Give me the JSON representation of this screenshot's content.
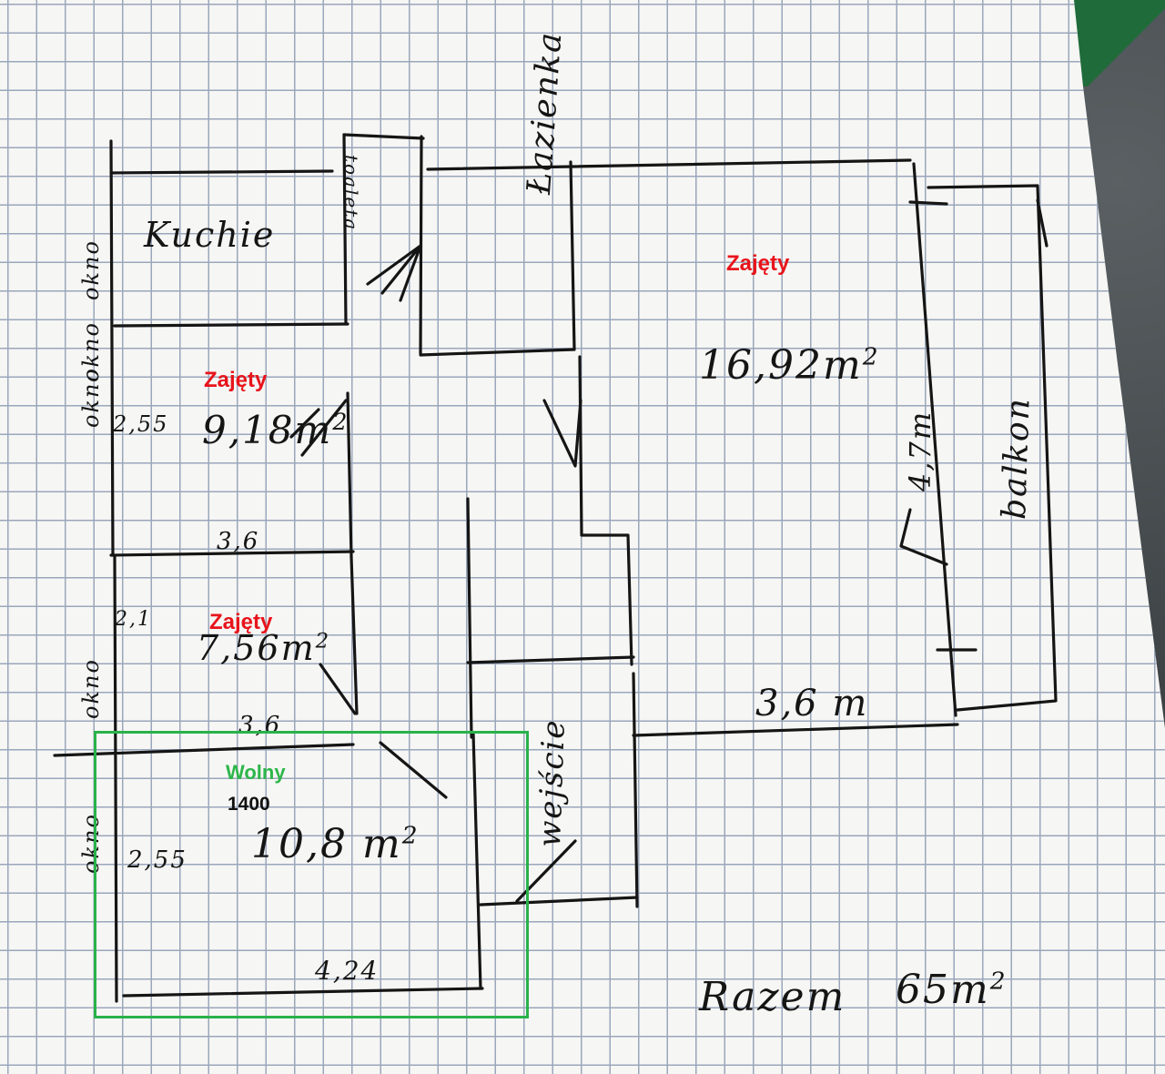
{
  "rooms": {
    "kitchen": {
      "name": "Kuchie",
      "status": "Zajęty",
      "area": "9,18m",
      "area_sup": "2",
      "height_label": "2,55",
      "width_label": "3,6"
    },
    "bathroom": {
      "name": "Łazienka"
    },
    "toilet": {
      "name": "toaleta"
    },
    "room_large": {
      "status": "Zajęty",
      "area": "16,92m",
      "area_sup": "2",
      "length_label": "4,7m",
      "width_label": "3,6 m"
    },
    "room_small": {
      "status": "Zajęty",
      "area": "7,56m",
      "area_sup": "2",
      "height_label": "2,1",
      "width_label": "3,6"
    },
    "room_free": {
      "status": "Wolny",
      "price": "1400",
      "area": "10,8 m",
      "area_sup": "2",
      "height_label": "2,55",
      "width_label": "4,24"
    }
  },
  "windows": [
    "okno",
    "okno",
    "okno",
    "okno",
    "okno"
  ],
  "entrance": "wejście",
  "balcony": "balkon",
  "total": {
    "label": "Razem",
    "value": "65m",
    "sup": "2"
  },
  "colors": {
    "occupied": "#e8141b",
    "free": "#2db64a",
    "ink": "#151515",
    "paper": "#f6f6f4",
    "grid": "#9aa7bb"
  }
}
